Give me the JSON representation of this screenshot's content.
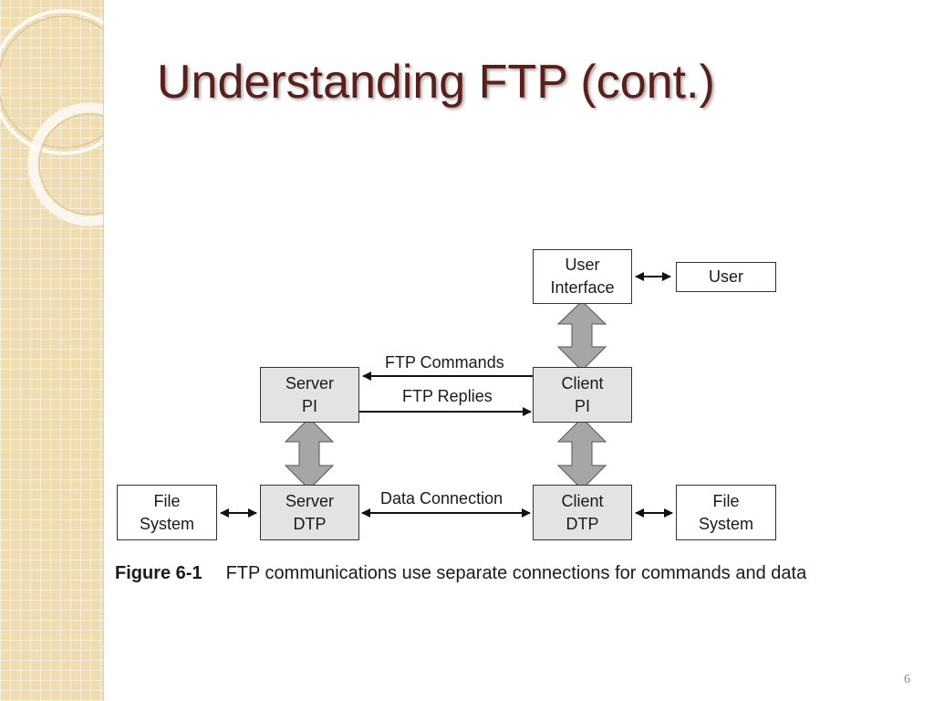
{
  "slide": {
    "title": "Understanding FTP (cont.)",
    "page_number": "6"
  },
  "diagram": {
    "nodes": {
      "user_interface": "User\nInterface",
      "user": "User",
      "server_pi": "Server\nPI",
      "client_pi": "Client\nPI",
      "file_system_left": "File\nSystem",
      "server_dtp": "Server\nDTP",
      "client_dtp": "Client\nDTP",
      "file_system_right": "File\nSystem"
    },
    "edges": {
      "ftp_commands": "FTP Commands",
      "ftp_replies": "FTP Replies",
      "data_connection": "Data Connection"
    }
  },
  "caption": {
    "figure_label": "Figure 6-1",
    "text": "FTP communications use separate connections for commands and data"
  },
  "colors": {
    "title": "#5a1f1a",
    "side_strip": "#efdcb0",
    "node_gray": "#e3e3e3",
    "block_arrow": "#a6a6a6"
  }
}
